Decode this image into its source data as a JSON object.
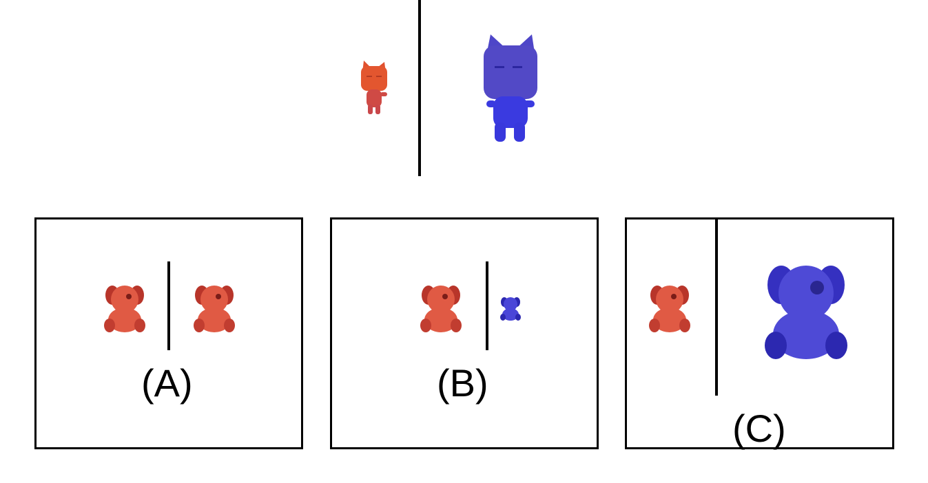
{
  "colors": {
    "red_toy": "#e05a44",
    "red_toy_dark": "#b8352a",
    "blue_toy": "#4a46d8",
    "blue_toy_dark": "#2c28b0",
    "line": "#000000"
  },
  "example": {
    "left_figure": "cat-toy-red-small",
    "right_figure": "cat-toy-blue-large"
  },
  "options": [
    {
      "label": "(A)",
      "left_figure": "teddy-red",
      "right_figure": "teddy-red"
    },
    {
      "label": "(B)",
      "left_figure": "teddy-red",
      "right_figure": "teddy-blue-small"
    },
    {
      "label": "(C)",
      "left_figure": "teddy-red",
      "right_figure": "teddy-blue-large"
    }
  ]
}
